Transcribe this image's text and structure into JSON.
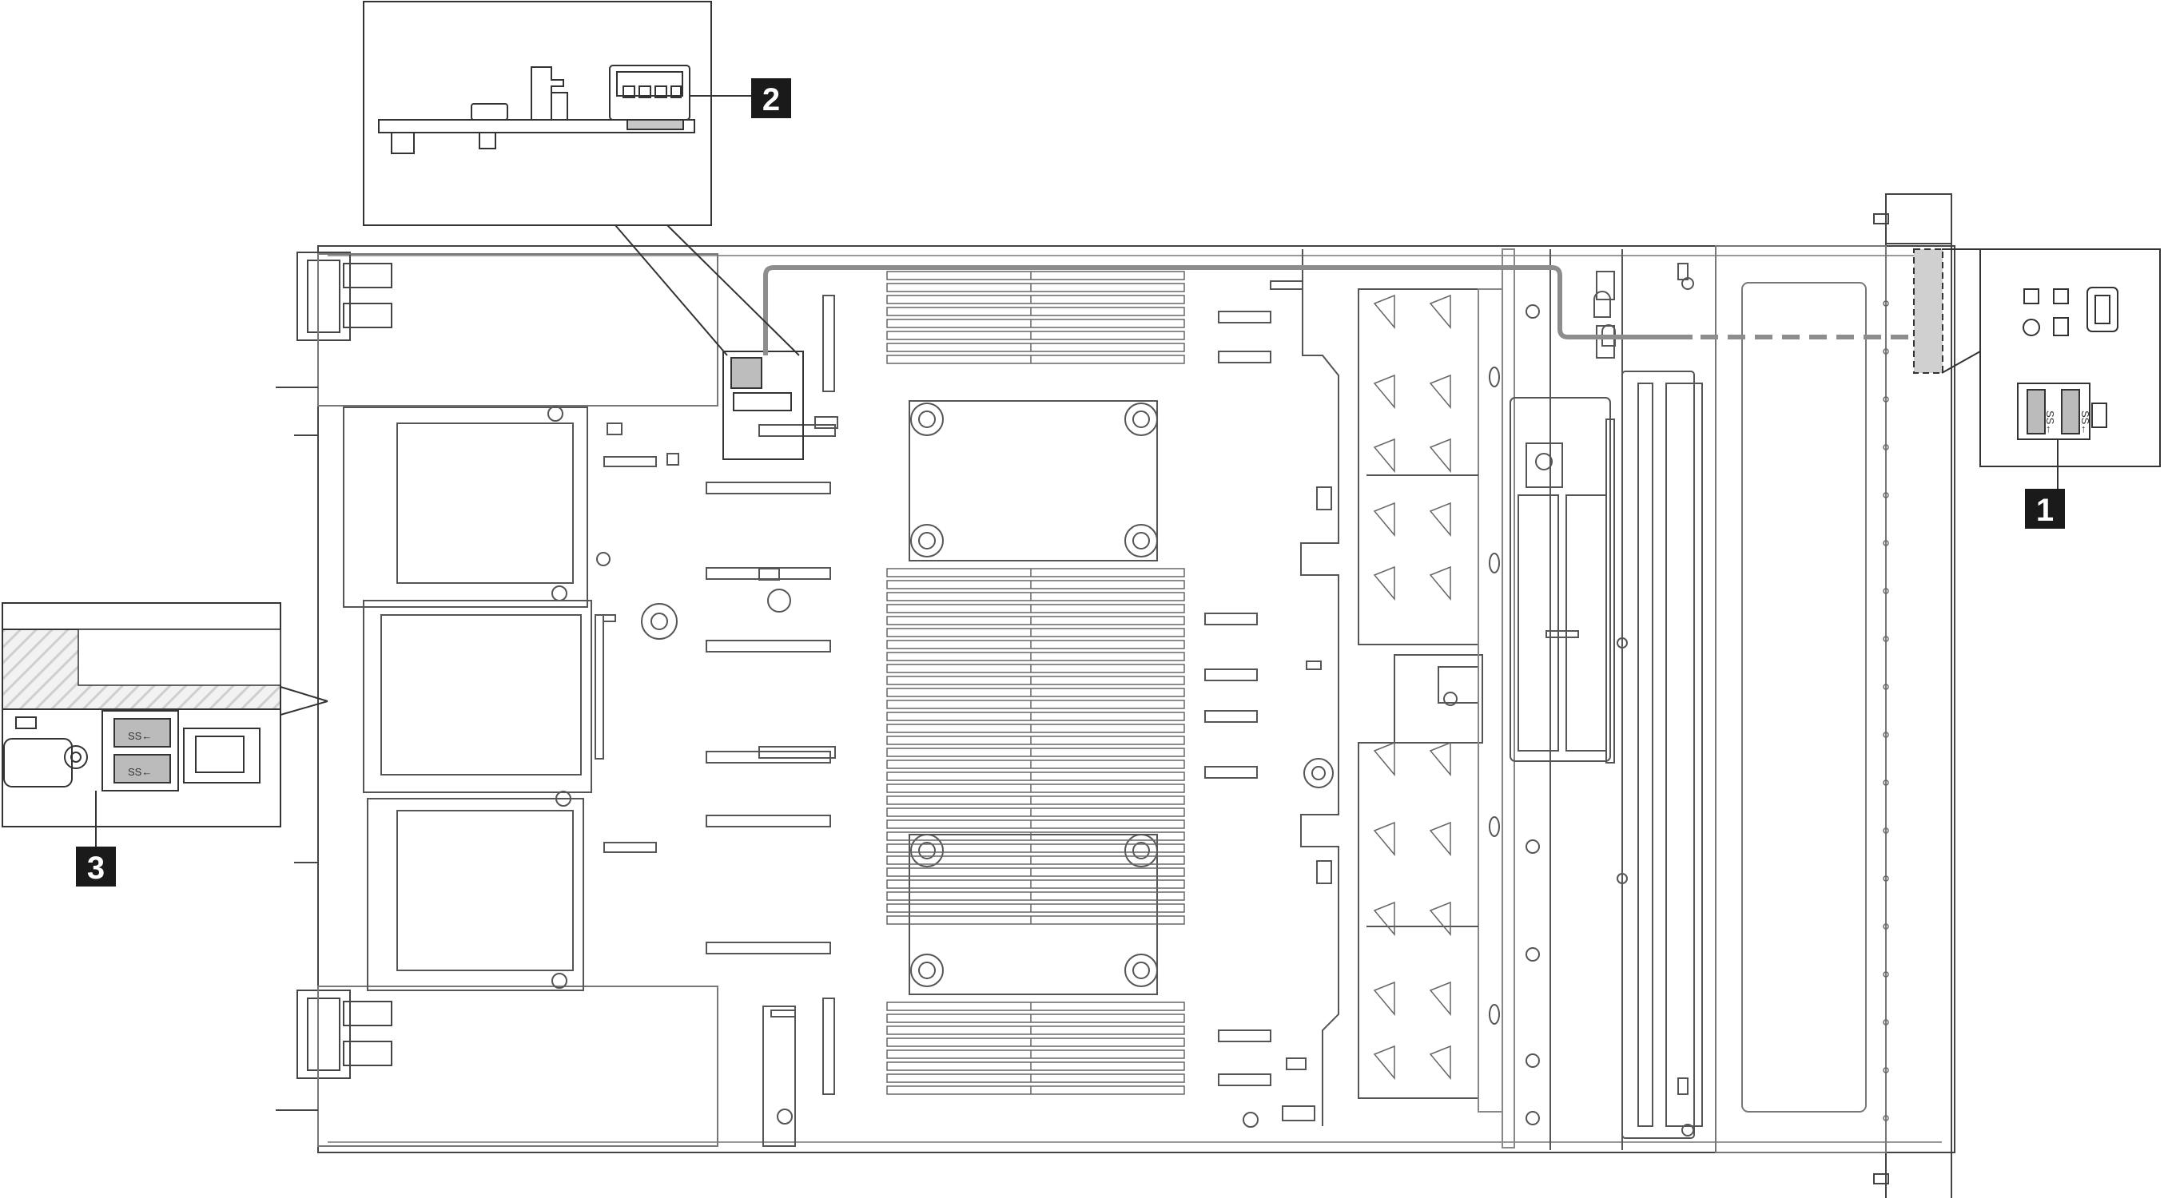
{
  "callouts": {
    "front_usb": "1",
    "usb_board": "2",
    "rear_usb": "3"
  },
  "colors": {
    "line": "#444444",
    "light_line": "#8a8a8a",
    "cable": "#888888",
    "callout_bg": "#1a1a1a",
    "hatch": "#d8d8d8"
  },
  "port_labels": {
    "front_ss": "SS←",
    "rear_ss": "SS←"
  }
}
